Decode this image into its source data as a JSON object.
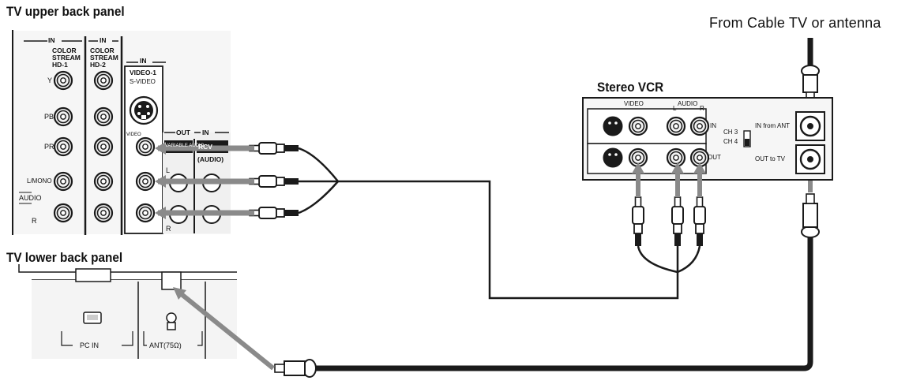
{
  "titles": {
    "upper_panel": "TV upper back panel",
    "lower_panel": "TV lower back panel",
    "vcr": "Stereo VCR",
    "source": "From Cable TV or antenna"
  },
  "upper_panel": {
    "in_label_1": "IN",
    "in_label_2": "IN",
    "in_label_3": "IN",
    "col1_header": [
      "COLOR",
      "STREAM",
      "HD-1"
    ],
    "col2_header": [
      "COLOR",
      "STREAM",
      "HD-2"
    ],
    "video1": "VIDEO-1",
    "svideo": "S-VIDEO",
    "video_small": "VIDEO",
    "row_labels": [
      "Y",
      "PB",
      "PR",
      "L/MONO",
      "AUDIO",
      "R"
    ],
    "out_label": "OUT",
    "in_label_4": "IN",
    "varaudio": "VARIABLE AUDIO",
    "rcv": "RCV",
    "rcv_audio": "(AUDIO)",
    "l_mark": "L",
    "r_mark": "R"
  },
  "lower_panel": {
    "pc_in": "PC IN",
    "ant": "ANT(75Ω)"
  },
  "vcr": {
    "video": "VIDEO",
    "audio": "AUDIO",
    "l": "L",
    "r": "R",
    "in": "IN",
    "out": "OUT",
    "ch3": "CH 3",
    "ch4": "CH 4",
    "in_from_ant": "IN from ANT",
    "out_to_tv": "OUT to TV"
  },
  "colors": {
    "line": "#1a1a1a",
    "arrow": "#8a8a8a",
    "panel": "#f4f4f4"
  }
}
